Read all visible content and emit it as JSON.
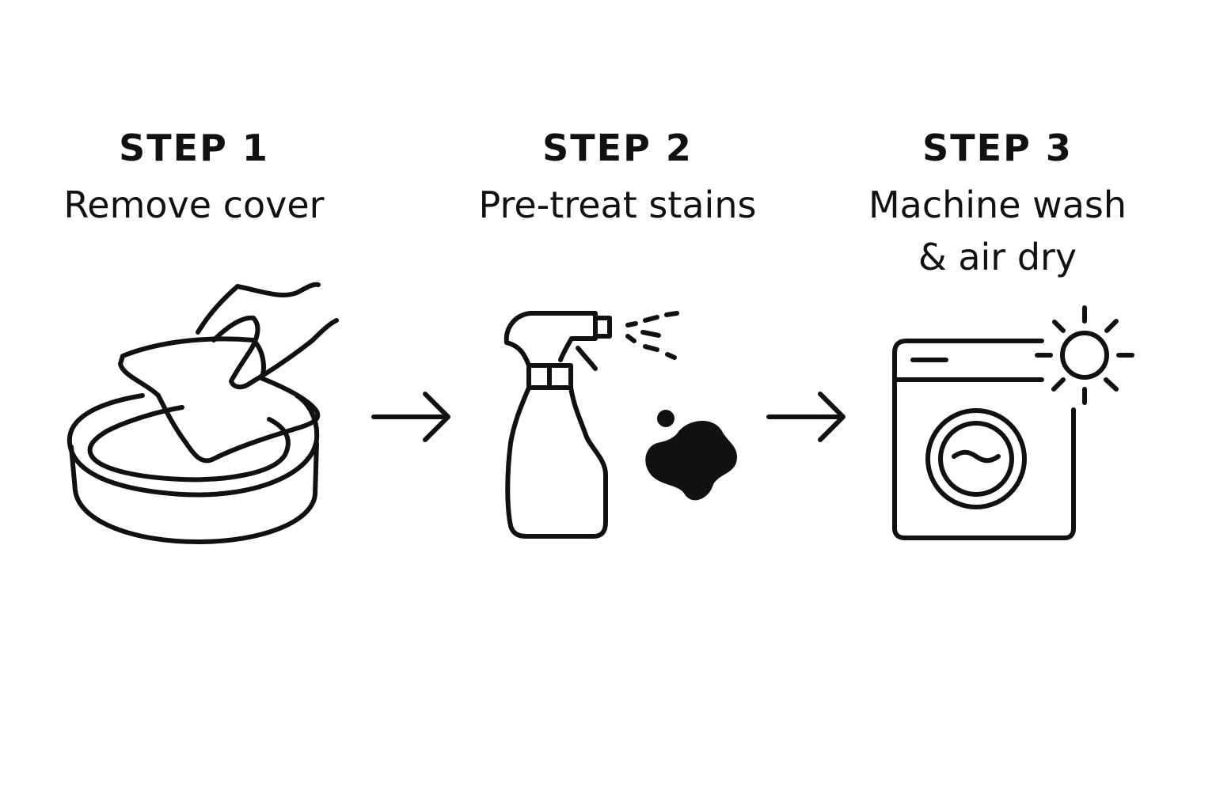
{
  "steps": [
    {
      "number": "STEP 1",
      "caption_lines": [
        "Remove cover"
      ],
      "icon": "pet-bed-cover-icon"
    },
    {
      "number": "STEP 2",
      "caption_lines": [
        "Pre-treat stains"
      ],
      "icon": "spray-bottle-icon"
    },
    {
      "number": "STEP 3",
      "caption_lines": [
        "Machine wash",
        "& air dry"
      ],
      "icon": "washing-machine-sun-icon"
    }
  ],
  "connectors": [
    "arrow-right-icon",
    "arrow-right-icon"
  ],
  "colors": {
    "ink": "#111111",
    "background": "#ffffff"
  }
}
